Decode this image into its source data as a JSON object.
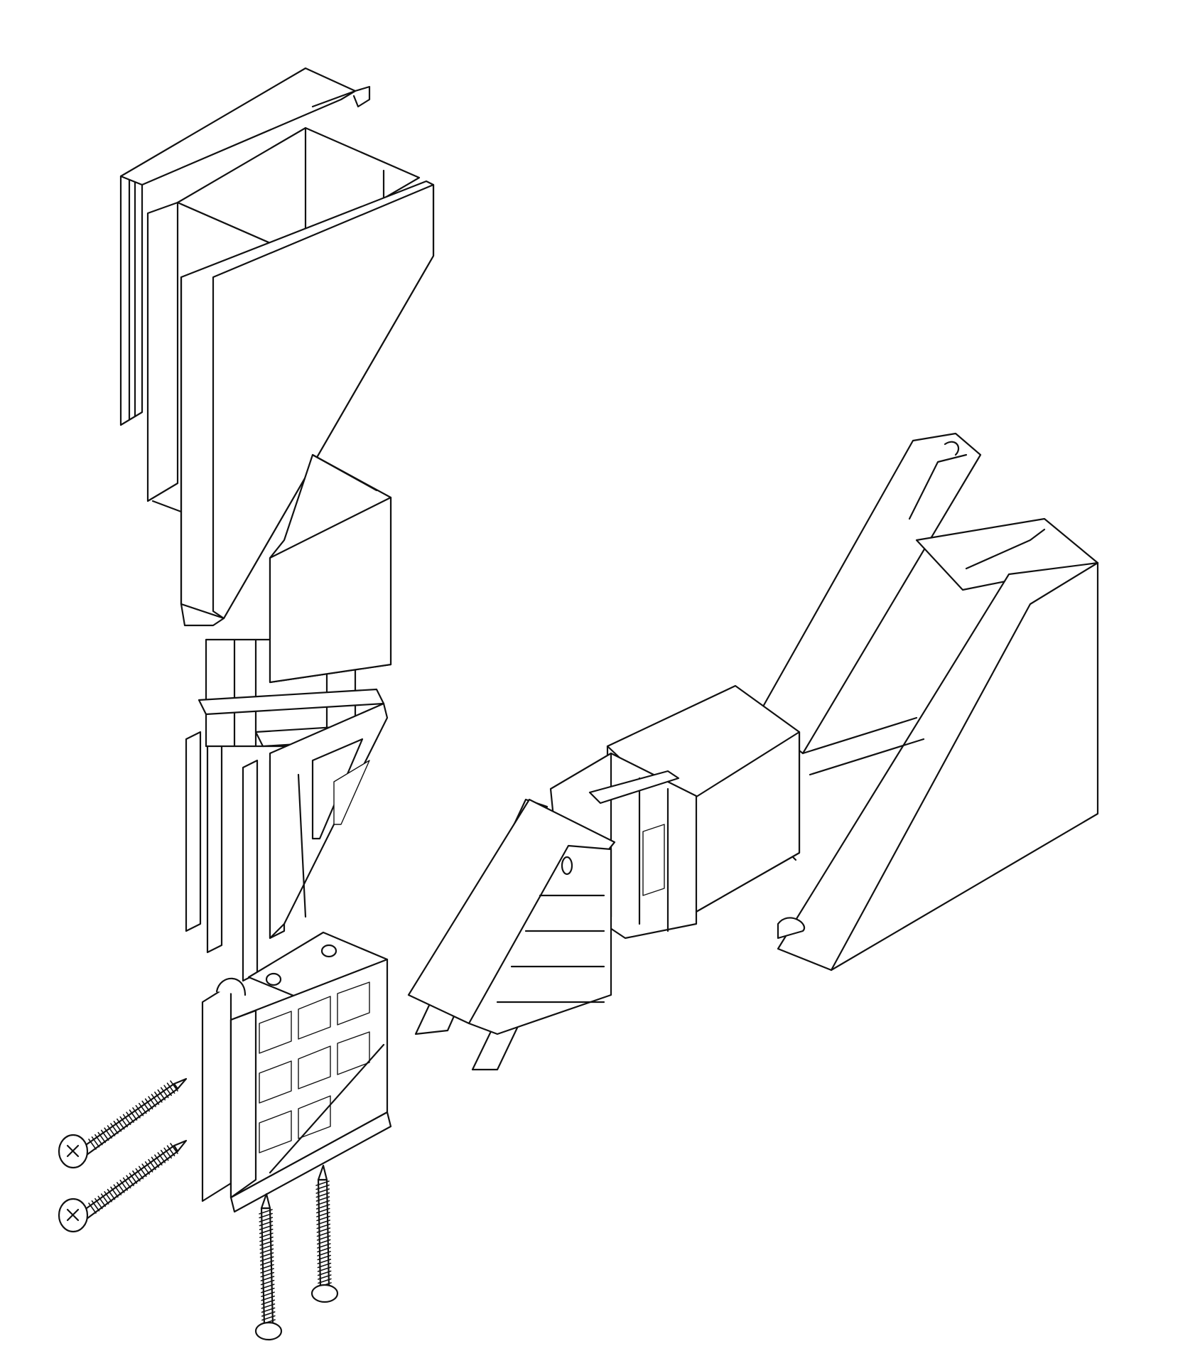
{
  "figure": {
    "background_color": "#ffffff",
    "line_color": "#111111",
    "parts": [
      {
        "name": "upper-vertical-profile",
        "icon": "extruded-profile"
      },
      {
        "name": "upper-corner-connector",
        "icon": "corner-connector"
      },
      {
        "name": "horizontal-profile",
        "icon": "extruded-profile"
      },
      {
        "name": "horizontal-corner-connector",
        "icon": "corner-connector"
      },
      {
        "name": "mounting-bracket",
        "icon": "bracket"
      },
      {
        "name": "horizontal-screw-1",
        "icon": "phillips-screw"
      },
      {
        "name": "horizontal-screw-2",
        "icon": "phillips-screw"
      },
      {
        "name": "vertical-screw-1",
        "icon": "phillips-screw"
      },
      {
        "name": "vertical-screw-2",
        "icon": "phillips-screw"
      }
    ]
  }
}
